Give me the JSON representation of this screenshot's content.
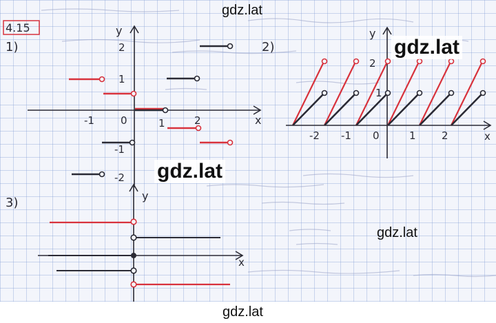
{
  "task_number": "4.15",
  "watermark": "gdz.lat",
  "colors": {
    "paper": "#f3f5fb",
    "grid": "#8fa6d8",
    "ink": "#2a2a34",
    "red_ink": "#d8323c"
  },
  "graph1": {
    "label": "1)",
    "axis_x": "x",
    "axis_y": "y",
    "origin": "0",
    "tick_x": [
      "-1",
      "1",
      "2"
    ],
    "tick_y": [
      "2",
      "1",
      "-1",
      "-2"
    ]
  },
  "graph2": {
    "label": "2)",
    "axis_x": "x",
    "axis_y": "y",
    "origin": "0",
    "tick_x": [
      "-2",
      "-1",
      "1",
      "2"
    ],
    "tick_y": [
      "2",
      "1"
    ]
  },
  "graph3": {
    "label": "3)",
    "axis_x": "x",
    "axis_y": "y"
  }
}
